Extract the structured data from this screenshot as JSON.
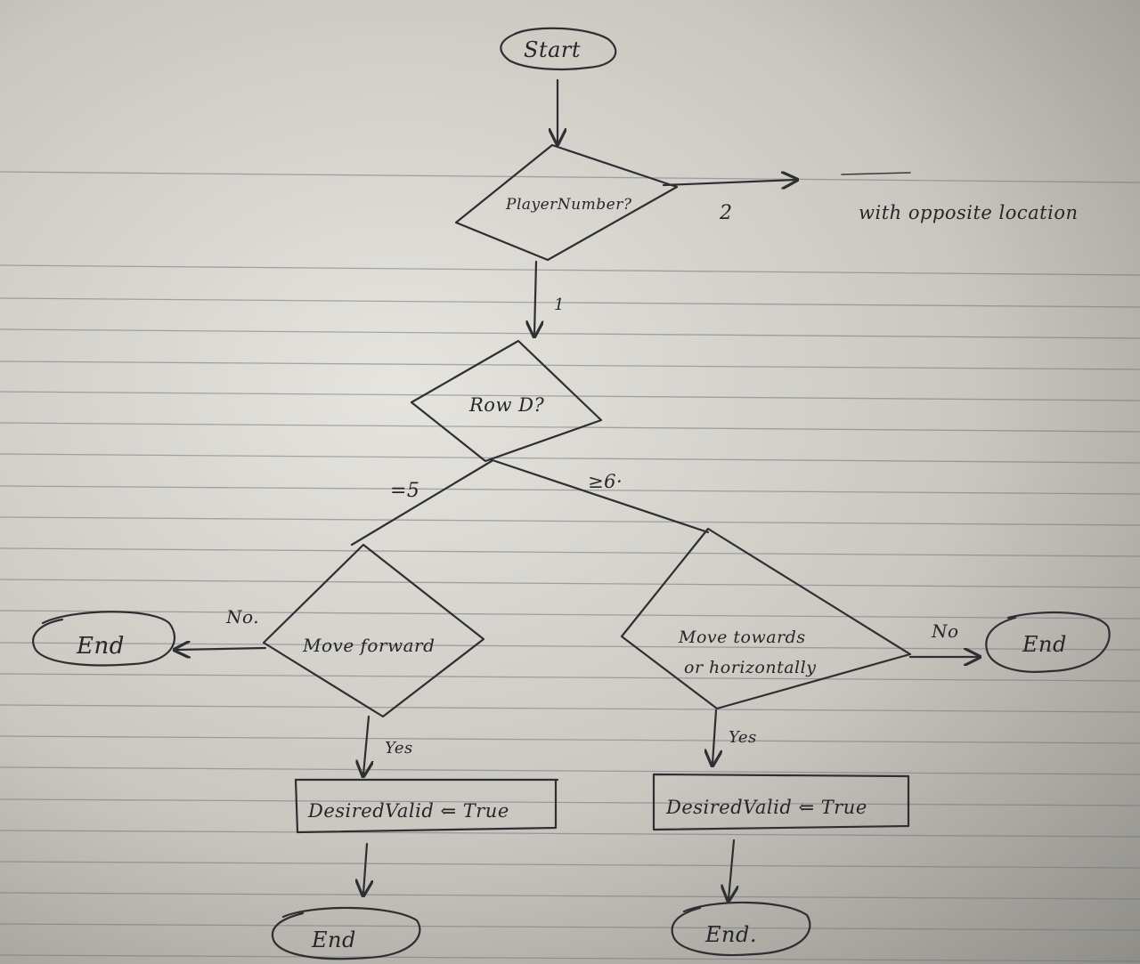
{
  "flowchart": {
    "start": "Start",
    "decision_player": "PlayerNumber?",
    "branch_two": "2",
    "opposite_note": "with opposite location",
    "branch_one": "1",
    "decision_row": "Row D?",
    "branch_eq5": "=5",
    "branch_ge6": "≥6·",
    "decision_forward": "Move forward",
    "no_left": "No.",
    "end_left": "End",
    "yes_left": "Yes",
    "assign_left": "DesiredValid ⇐ True",
    "end_bottom_left": "End",
    "decision_towards_line1": "Move towards",
    "decision_towards_line2": "or horizontally",
    "no_right": "No",
    "end_right": "End",
    "yes_right": "Yes",
    "assign_right": "DesiredValid ⇐ True",
    "end_bottom_right": "End."
  }
}
